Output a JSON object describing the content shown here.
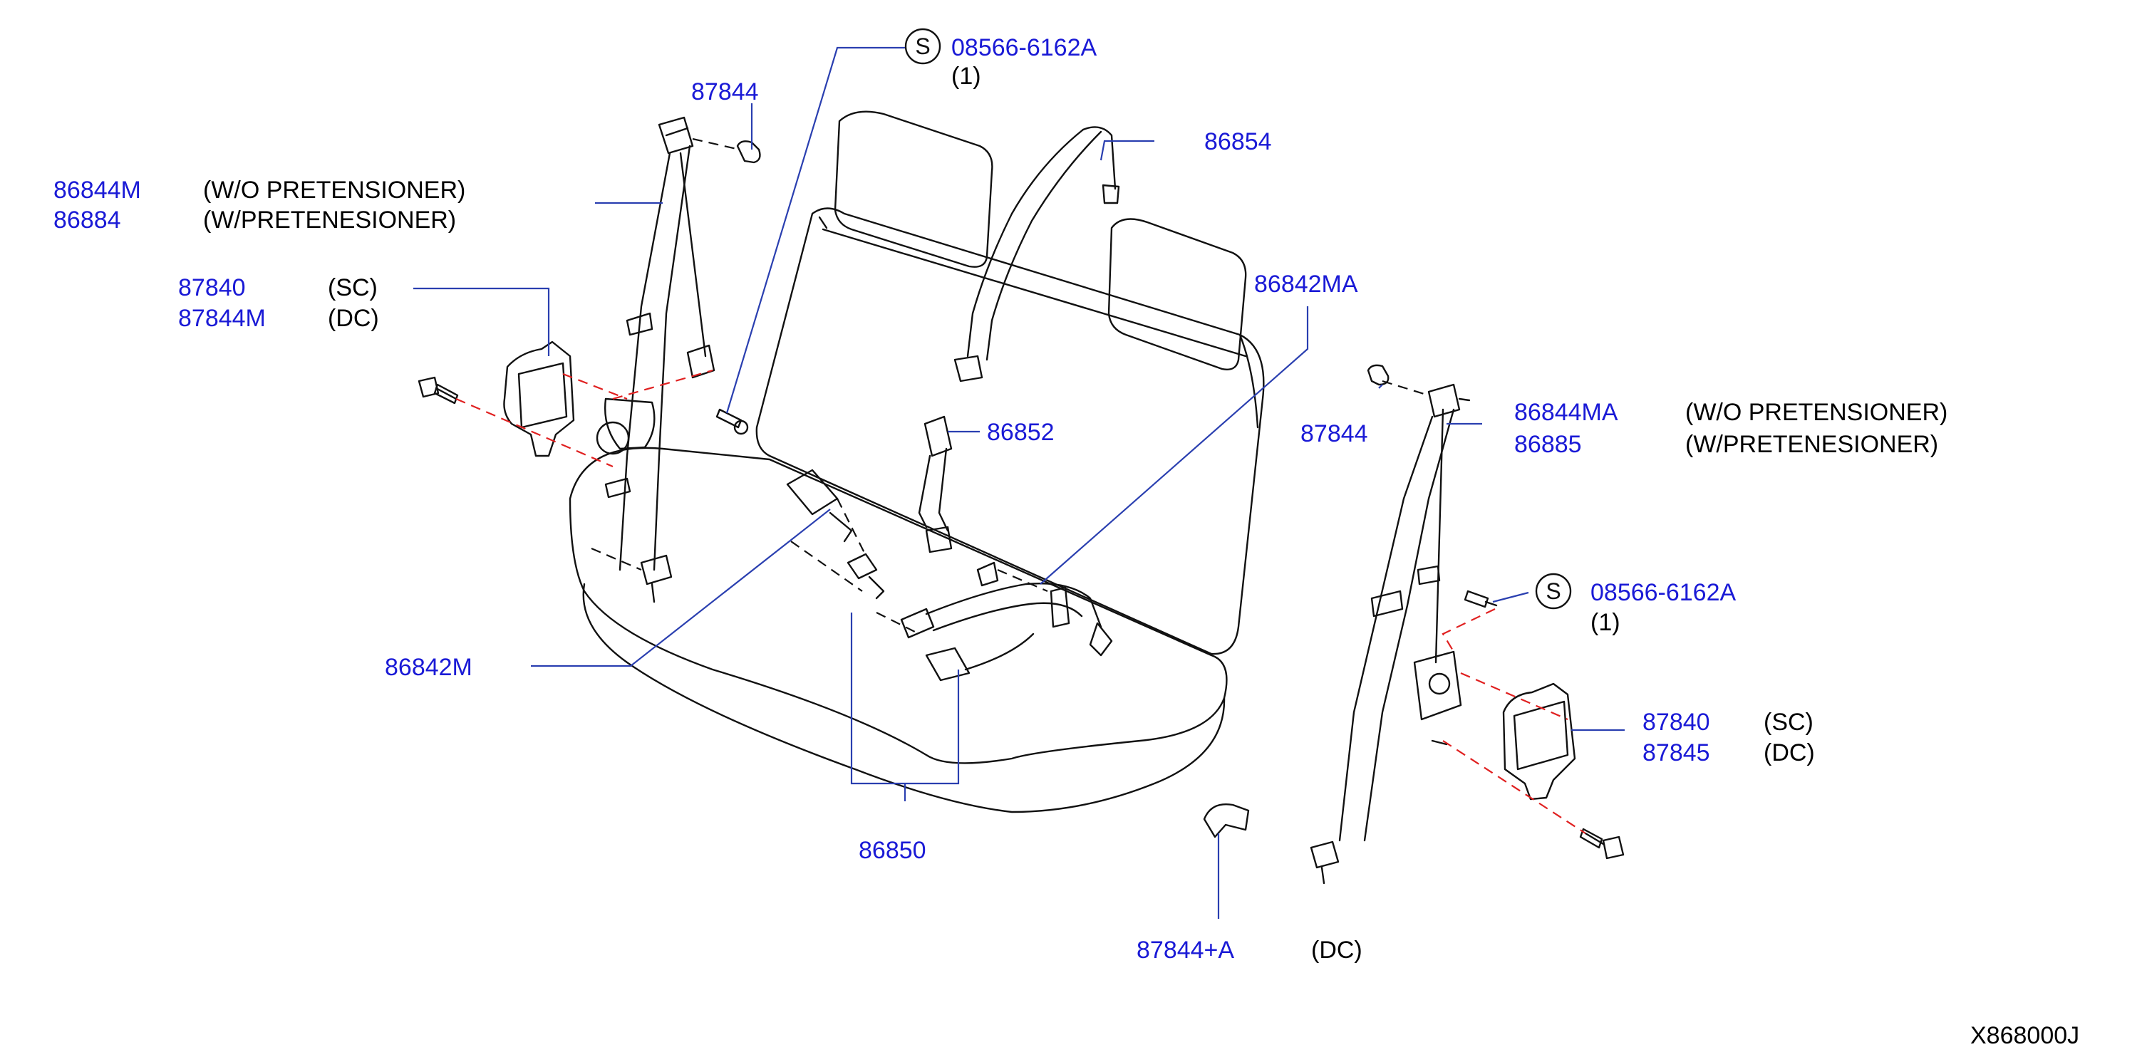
{
  "screw_symbol": "S",
  "labels": {
    "screw_top_part": "08566-6162A",
    "screw_top_qty": "(1)",
    "anchor_cover_top_left": "87844",
    "belt_left_wo": "86844M",
    "belt_left_wo_note": "(W/O  PRETENSIONER)",
    "belt_left_w": "86884",
    "belt_left_w_note": "(W/PRETENESIONER)",
    "retractor_cover_left_sc": "87840",
    "retractor_cover_left_sc_note": "(SC)",
    "retractor_cover_left_dc": "87844M",
    "retractor_cover_left_dc_note": "(DC)",
    "center_belt": "86854",
    "buckle_right": "86842MA",
    "buckle_center": "86852",
    "buckle_left": "86842M",
    "buckle_assy": "86850",
    "anchor_cover_right": "87844",
    "belt_right_wo": "86844MA",
    "belt_right_wo_note": "(W/O  PRETENSIONER)",
    "belt_right_w": "86885",
    "belt_right_w_note": "(W/PRETENESIONER)",
    "screw_right_part": "08566-6162A",
    "screw_right_qty": "(1)",
    "retractor_cover_right_sc": "87840",
    "retractor_cover_right_sc_note": "(SC)",
    "retractor_cover_right_dc": "87845",
    "retractor_cover_right_dc_note": "(DC)",
    "anchor_cover_dc": "87844+A",
    "anchor_cover_dc_note": "(DC)",
    "diagram_code": "X868000J"
  },
  "colors": {
    "part_number": "#1a1ad6",
    "leader_line": "#2a3fb0",
    "mounting_dash": "#e02020",
    "line_art": "#111111"
  }
}
